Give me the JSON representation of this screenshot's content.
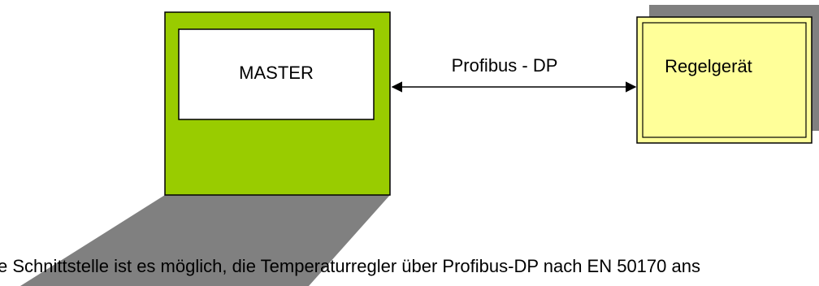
{
  "diagram": {
    "master_label": "MASTER",
    "connection_label": "Profibus - DP",
    "device_label": "Regelgerät"
  },
  "footer": {
    "text": "e Schnittstelle ist es möglich, die Temperaturregler über Profibus-DP nach EN 50170 ans"
  },
  "colors": {
    "master_body": "#99cc00",
    "device_fill": "#ffff99",
    "shadow": "#808080",
    "outline": "#000000"
  }
}
